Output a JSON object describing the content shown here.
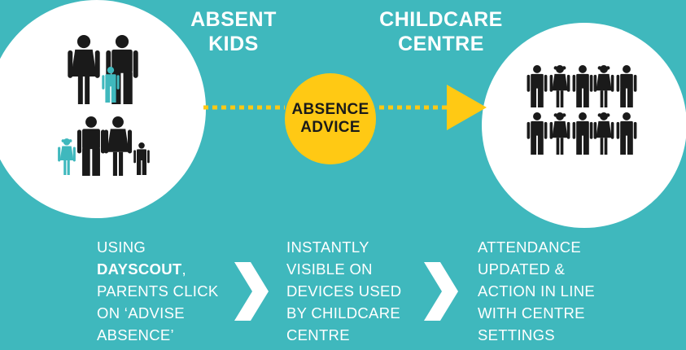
{
  "headings": {
    "absent_line1": "ABSENT",
    "absent_line2": "KIDS",
    "centre_line1": "CHILDCARE",
    "centre_line2": "CENTRE"
  },
  "badge": {
    "line1": "ABSENCE",
    "line2": "ADVICE"
  },
  "steps": [
    {
      "lines": [
        "USING",
        "DAYSCOUT,",
        "PARENTS CLICK",
        "ON ‘ADVISE",
        "ABSENCE’"
      ],
      "bold_word": "DAYSCOUT",
      "bold_suffix": ","
    },
    {
      "lines": [
        "INSTANTLY",
        "VISIBLE ON",
        "DEVICES USED",
        "BY CHILDCARE",
        "CENTRE"
      ]
    },
    {
      "lines": [
        "ATTENDANCE",
        "UPDATED &",
        "ACTION IN LINE",
        "WITH CENTRE",
        "SETTINGS"
      ]
    }
  ],
  "colors": {
    "background": "#3fb8bd",
    "accent_yellow": "#ffc914",
    "child_teal": "#3fb8bd",
    "silhouette": "#1a1a1a"
  },
  "icons": {
    "families": "family-silhouettes-icon",
    "children": "children-group-icon",
    "step_chevron": "chevron-right-icon"
  }
}
